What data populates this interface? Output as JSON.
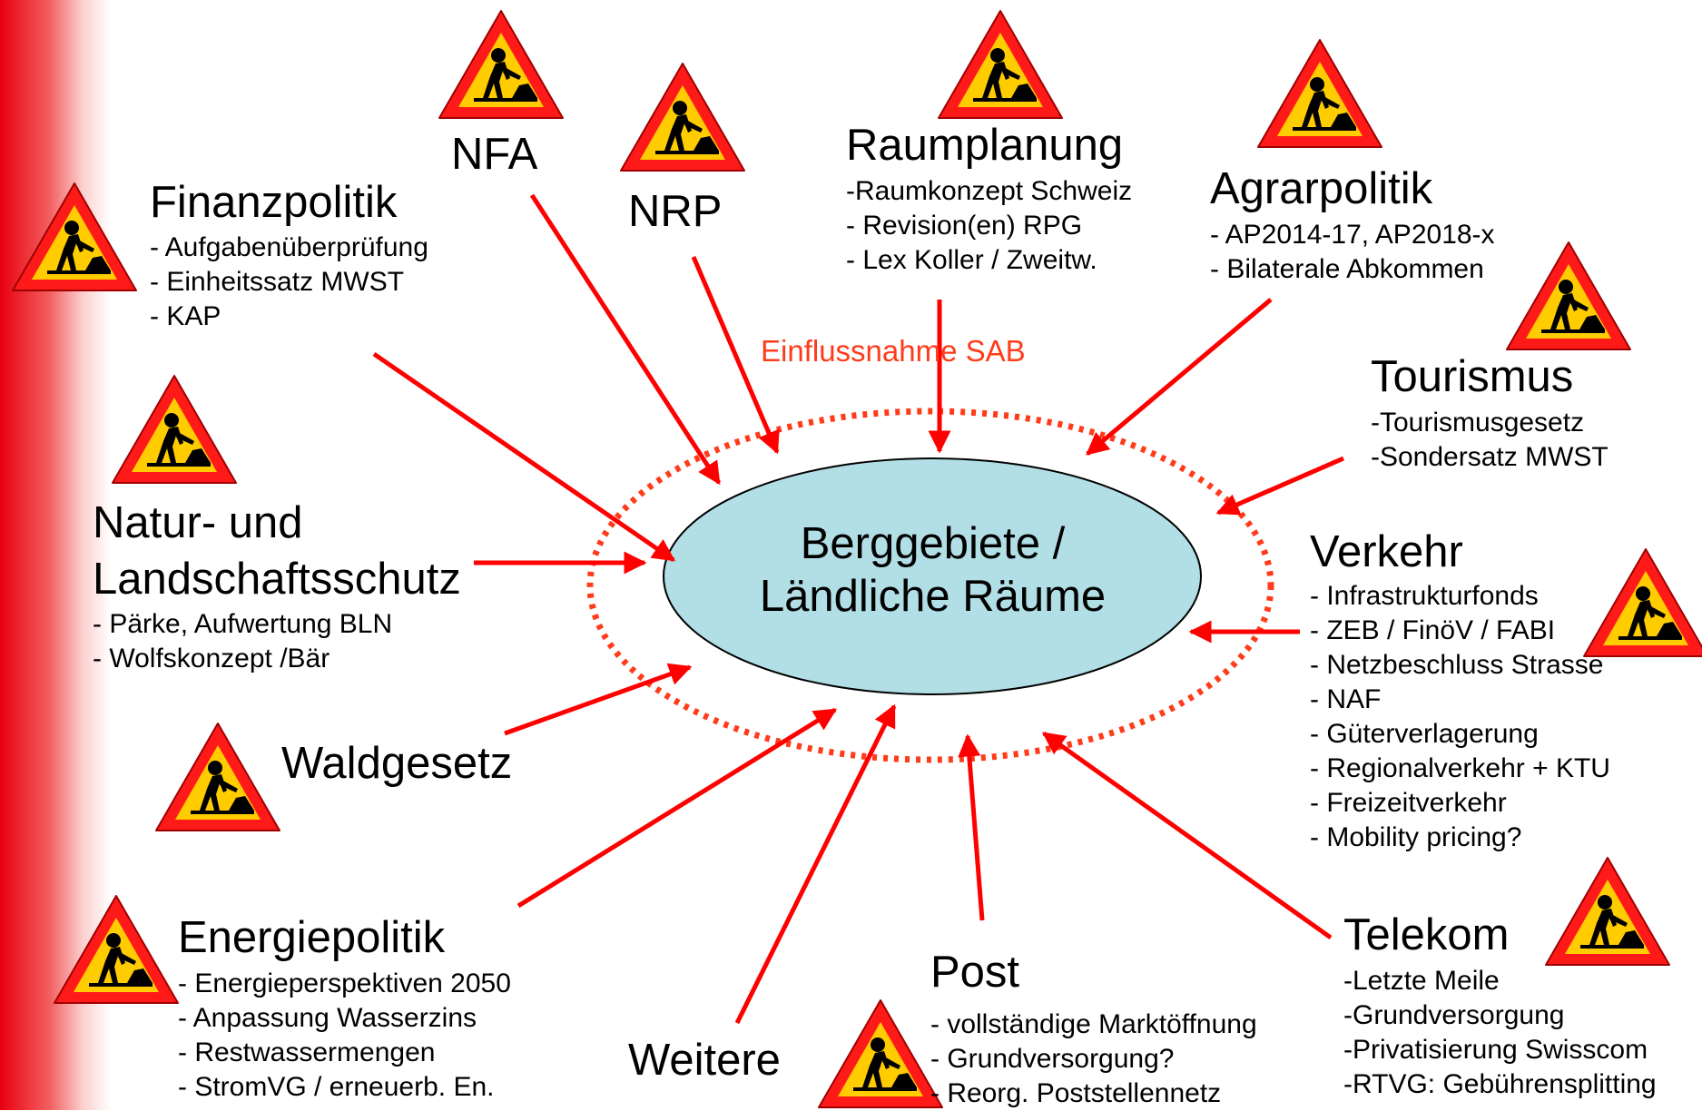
{
  "center_label": [
    "Berggebiete /",
    "Ländliche Räume"
  ],
  "influence_label": "Einflussnahme SAB",
  "topics": {
    "finanzpolitik": {
      "title": "Finanzpolitik",
      "items": [
        "- Aufgabenüberprüfung",
        "- Einheitssatz MWST",
        "- KAP"
      ]
    },
    "nfa": {
      "title": "NFA"
    },
    "nrp": {
      "title": "NRP"
    },
    "raumplanung": {
      "title": "Raumplanung",
      "items": [
        "-Raumkonzept Schweiz",
        "- Revision(en) RPG",
        "- Lex Koller / Zweitw."
      ]
    },
    "agrarpolitik": {
      "title": "Agrarpolitik",
      "items": [
        "- AP2014-17, AP2018-x",
        "- Bilaterale Abkommen"
      ]
    },
    "tourismus": {
      "title": "Tourismus",
      "items": [
        "-Tourismusgesetz",
        "-Sondersatz MWST"
      ]
    },
    "natur": {
      "title_line1": "Natur- und",
      "title_line2": "Landschaftsschutz",
      "items": [
        "- Pärke, Aufwertung BLN",
        "- Wolfskonzept /Bär"
      ]
    },
    "verkehr": {
      "title": "Verkehr",
      "items": [
        "- Infrastrukturfonds",
        "- ZEB / FinöV / FABI",
        "- Netzbeschluss Strasse",
        "- NAF",
        "- Güterverlagerung",
        "- Regionalverkehr + KTU",
        "- Freizeitverkehr",
        "- Mobility pricing?"
      ]
    },
    "waldgesetz": {
      "title": "Waldgesetz"
    },
    "energiepolitik": {
      "title": "Energiepolitik",
      "items": [
        "- Energieperspektiven 2050",
        "- Anpassung Wasserzins",
        "- Restwassermengen",
        "- StromVG / erneuerb. En."
      ]
    },
    "weitere": {
      "title": "Weitere"
    },
    "post": {
      "title": "Post",
      "items": [
        "- vollständige Marktöffnung",
        "- Grundversorgung?",
        "- Reorg. Poststellennetz"
      ]
    },
    "telekom": {
      "title": "Telekom",
      "items": [
        "-Letzte Meile",
        "-Grundversorgung",
        "-Privatisierung Swisscom",
        "-RTVG: Gebührensplitting"
      ]
    }
  },
  "icons": [
    "construction-sign-icon"
  ],
  "colors": {
    "arrow": "#ff0000",
    "ellipse_fill": "#b1dfe5",
    "dotted_ring": "#ff3b1a",
    "sign_border": "#ff1a1a",
    "sign_fill": "#ffcc00"
  }
}
